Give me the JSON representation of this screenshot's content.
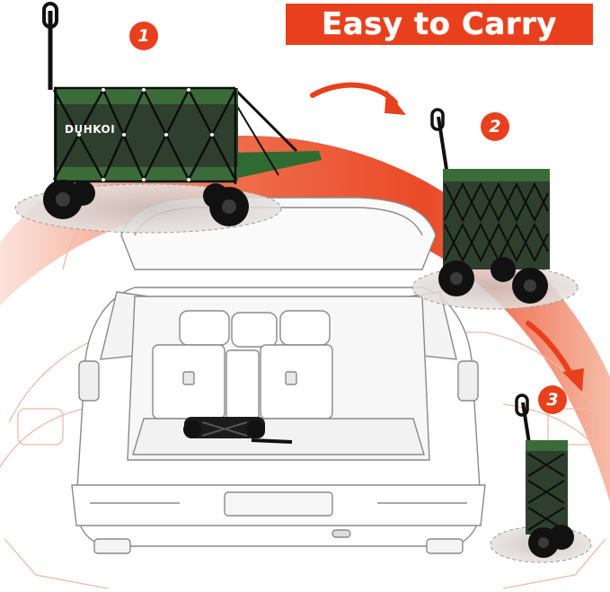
{
  "banner": {
    "text": "Easy to Carry",
    "color": "#e8401c"
  },
  "steps": [
    {
      "number": "1"
    },
    {
      "number": "2"
    },
    {
      "number": "3"
    }
  ],
  "wagon": {
    "brand": "DUHKOI",
    "fabric_color": "#2f4a2a",
    "trim_color": "#3e7a3a"
  },
  "colors": {
    "accent": "#e8401c",
    "car_outline": "#888888",
    "car_ghost_outline": "#f0b8a8"
  }
}
